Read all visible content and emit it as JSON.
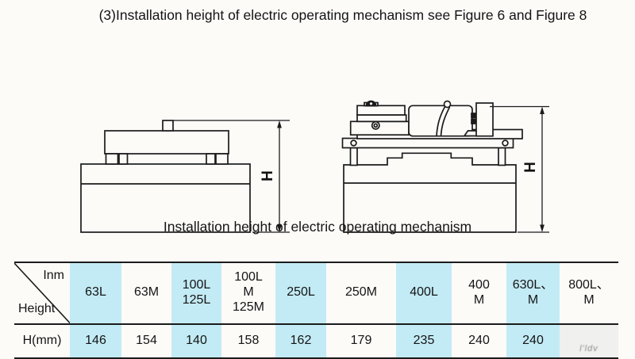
{
  "page": {
    "title": "(3)Installation height of electric operating mechanism see Figure 6 and Figure 8",
    "table_title": "Installation height of electric operating mechanism"
  },
  "figures": {
    "left": {
      "dim_label": "H"
    },
    "right": {
      "dim_label": "H"
    }
  },
  "table": {
    "corner": {
      "top_right_label": "Inm",
      "bottom_left_label": "Height"
    },
    "row_header": "H(mm)",
    "columns": [
      {
        "label": "63L",
        "value": "146"
      },
      {
        "label": "63M",
        "value": "154"
      },
      {
        "label": "100L\n125L",
        "value": "140"
      },
      {
        "label": "100L\nM\n125M",
        "value": "158"
      },
      {
        "label": "250L",
        "value": "162"
      },
      {
        "label": "250M",
        "value": "179"
      },
      {
        "label": "400L",
        "value": "235"
      },
      {
        "label": "400\nM",
        "value": "240"
      },
      {
        "label": "630L、\nM",
        "value": "240"
      },
      {
        "label": "800L、\nM",
        "value": ""
      }
    ],
    "watermark_text": "l'ldv"
  },
  "colors": {
    "highlight": "#c3ebf5",
    "line": "#1b1b1b"
  }
}
